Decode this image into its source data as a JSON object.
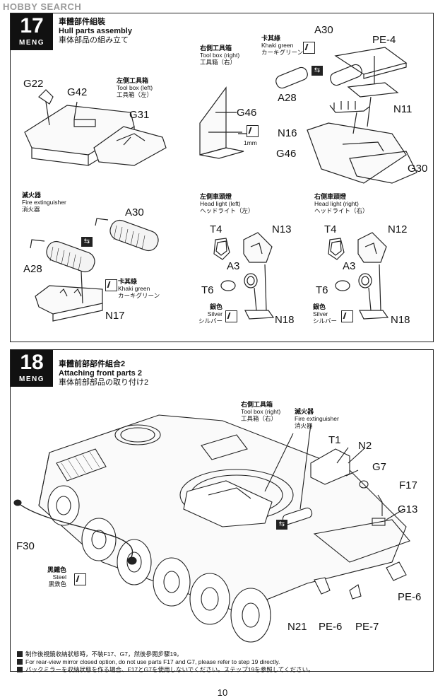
{
  "watermark": "HOBBY SEARCH",
  "page_number": "10",
  "step17": {
    "number": "17",
    "brand": "MENG",
    "title_zh": "車體部件組裝",
    "title_en": "Hull parts assembly",
    "title_ja": "車体部品の組み立て",
    "sub_left_toolbox": {
      "zh": "左側工具箱",
      "en": "Tool box (left)",
      "ja": "工具箱（左）"
    },
    "sub_right_toolbox": {
      "zh": "右側工具箱",
      "en": "Tool box (right)",
      "ja": "工具箱（右）"
    },
    "sub_khaki": {
      "zh": "卡其綠",
      "en": "Khaki green",
      "ja": "カーキグリーン"
    },
    "sub_extinguisher": {
      "zh": "滅火器",
      "en": "Fire extinguisher",
      "ja": "消火器"
    },
    "sub_khaki2": {
      "zh": "卡其綠",
      "en": "Khaki green",
      "ja": "カーキグリーン"
    },
    "sub_headlight_left": {
      "zh": "左側車頭燈",
      "en": "Head light (left)",
      "ja": "ヘッドライト（左）"
    },
    "sub_headlight_right": {
      "zh": "右側車頭燈",
      "en": "Head light (right)",
      "ja": "ヘッドライト（右）"
    },
    "sub_silver_left": {
      "zh": "銀色",
      "en": "Silver",
      "ja": "シルバー"
    },
    "sub_silver_right": {
      "zh": "銀色",
      "en": "Silver",
      "ja": "シルバー"
    },
    "dimension": "1mm",
    "parts": {
      "g22": "G22",
      "g42": "G42",
      "g31": "G31",
      "g46a": "G46",
      "a30a": "A30",
      "pe4": "PE-4",
      "a28a": "A28",
      "n11": "N11",
      "n16": "N16",
      "g46b": "G46",
      "g30": "G30",
      "a30b": "A30",
      "a28b": "A28",
      "n17": "N17",
      "t4a": "T4",
      "n13": "N13",
      "a3a": "A3",
      "t6a": "T6",
      "n18a": "N18",
      "t4b": "T4",
      "n12": "N12",
      "a3b": "A3",
      "t6b": "T6",
      "n18b": "N18"
    }
  },
  "step18": {
    "number": "18",
    "brand": "MENG",
    "title_zh": "車體前部部件組合2",
    "title_en": "Attaching front parts 2",
    "title_ja": "車体前部部品の取り付け2",
    "sub_toolbox": {
      "zh": "右側工具箱",
      "en": "Tool box (right)",
      "ja": "工具箱（右）"
    },
    "sub_extinguisher": {
      "zh": "滅火器",
      "en": "Fire extinguisher",
      "ja": "消火器"
    },
    "sub_steel": {
      "zh": "黑鐵色",
      "en": "Steel",
      "ja": "黒鉄色"
    },
    "parts": {
      "t1": "T1",
      "n2": "N2",
      "g7": "G7",
      "f17": "F17",
      "g13": "G13",
      "f30": "F30",
      "pe6a": "PE-6",
      "n21": "N21",
      "pe6b": "PE-6",
      "pe7": "PE-7"
    }
  },
  "notes": {
    "zh": "制作後視鏡收納狀態時，不裝F17、G7，然後參閱步驟19。",
    "en": "For rear-view mirror closed option, do not use parts F17 and G7, please refer to step 19 directly.",
    "ja": "バックミラーを収納状態を作る場合、F17とG7を使用しないでください。ステップ19を参照してください。"
  }
}
